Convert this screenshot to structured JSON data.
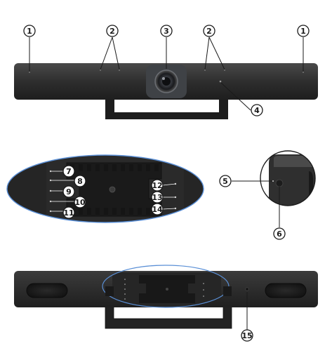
{
  "diagram": {
    "callouts": {
      "c1_left": "1",
      "c2_left": "2",
      "c3": "3",
      "c2_right": "2",
      "c1_right": "1",
      "c4": "4",
      "c5": "5",
      "c6": "6",
      "c7": "7",
      "c8": "8",
      "c9": "9",
      "c10": "10",
      "c11": "11",
      "c12": "12",
      "c13": "13",
      "c14": "14",
      "c15": "15"
    },
    "colors": {
      "device_body": "#3a3a3a",
      "device_dark": "#1c1c1c",
      "panel_highlight_ring": "#5a8fd6",
      "callout_stroke": "#1a1a1a"
    },
    "icons": [
      "camera-lens-icon",
      "microphone-hole-icon",
      "indicator-light-icon",
      "port-icon"
    ]
  }
}
